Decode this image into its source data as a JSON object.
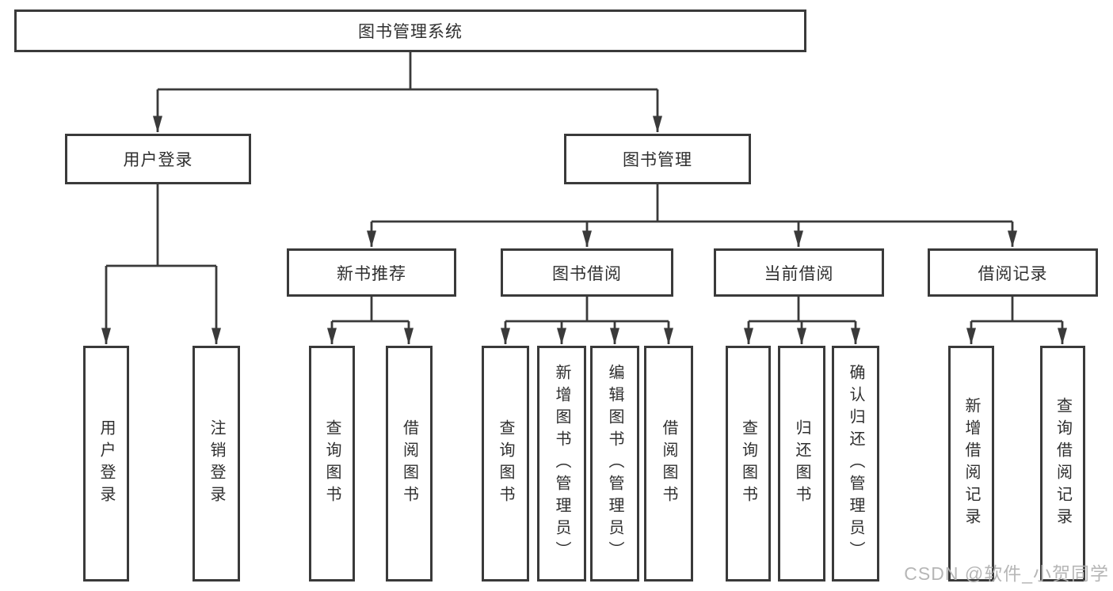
{
  "diagram": {
    "root": "图书管理系统",
    "level2": [
      {
        "label": "用户登录",
        "children": [
          {
            "label": "用户登录"
          },
          {
            "label": "注销登录"
          }
        ]
      },
      {
        "label": "图书管理",
        "children": [
          {
            "label": "新书推荐",
            "children": [
              {
                "label": "查询图书"
              },
              {
                "label": "借阅图书"
              }
            ]
          },
          {
            "label": "图书借阅",
            "children": [
              {
                "label": "查询图书"
              },
              {
                "label": "新增图书（管理员）"
              },
              {
                "label": "编辑图书（管理员）"
              },
              {
                "label": "借阅图书"
              }
            ]
          },
          {
            "label": "当前借阅",
            "children": [
              {
                "label": "查询图书"
              },
              {
                "label": "归还图书"
              },
              {
                "label": "确认归还（管理员）"
              }
            ]
          },
          {
            "label": "借阅记录",
            "children": [
              {
                "label": "新增借阅记录"
              },
              {
                "label": "查询借阅记录"
              }
            ]
          }
        ]
      }
    ]
  },
  "watermark": {
    "text": "CSDN @软件_小贺同学"
  },
  "colors": {
    "line": "#3a3a3a",
    "text": "#2f2f2f",
    "watermark": "#b2b2b2",
    "background": "#ffffff"
  }
}
